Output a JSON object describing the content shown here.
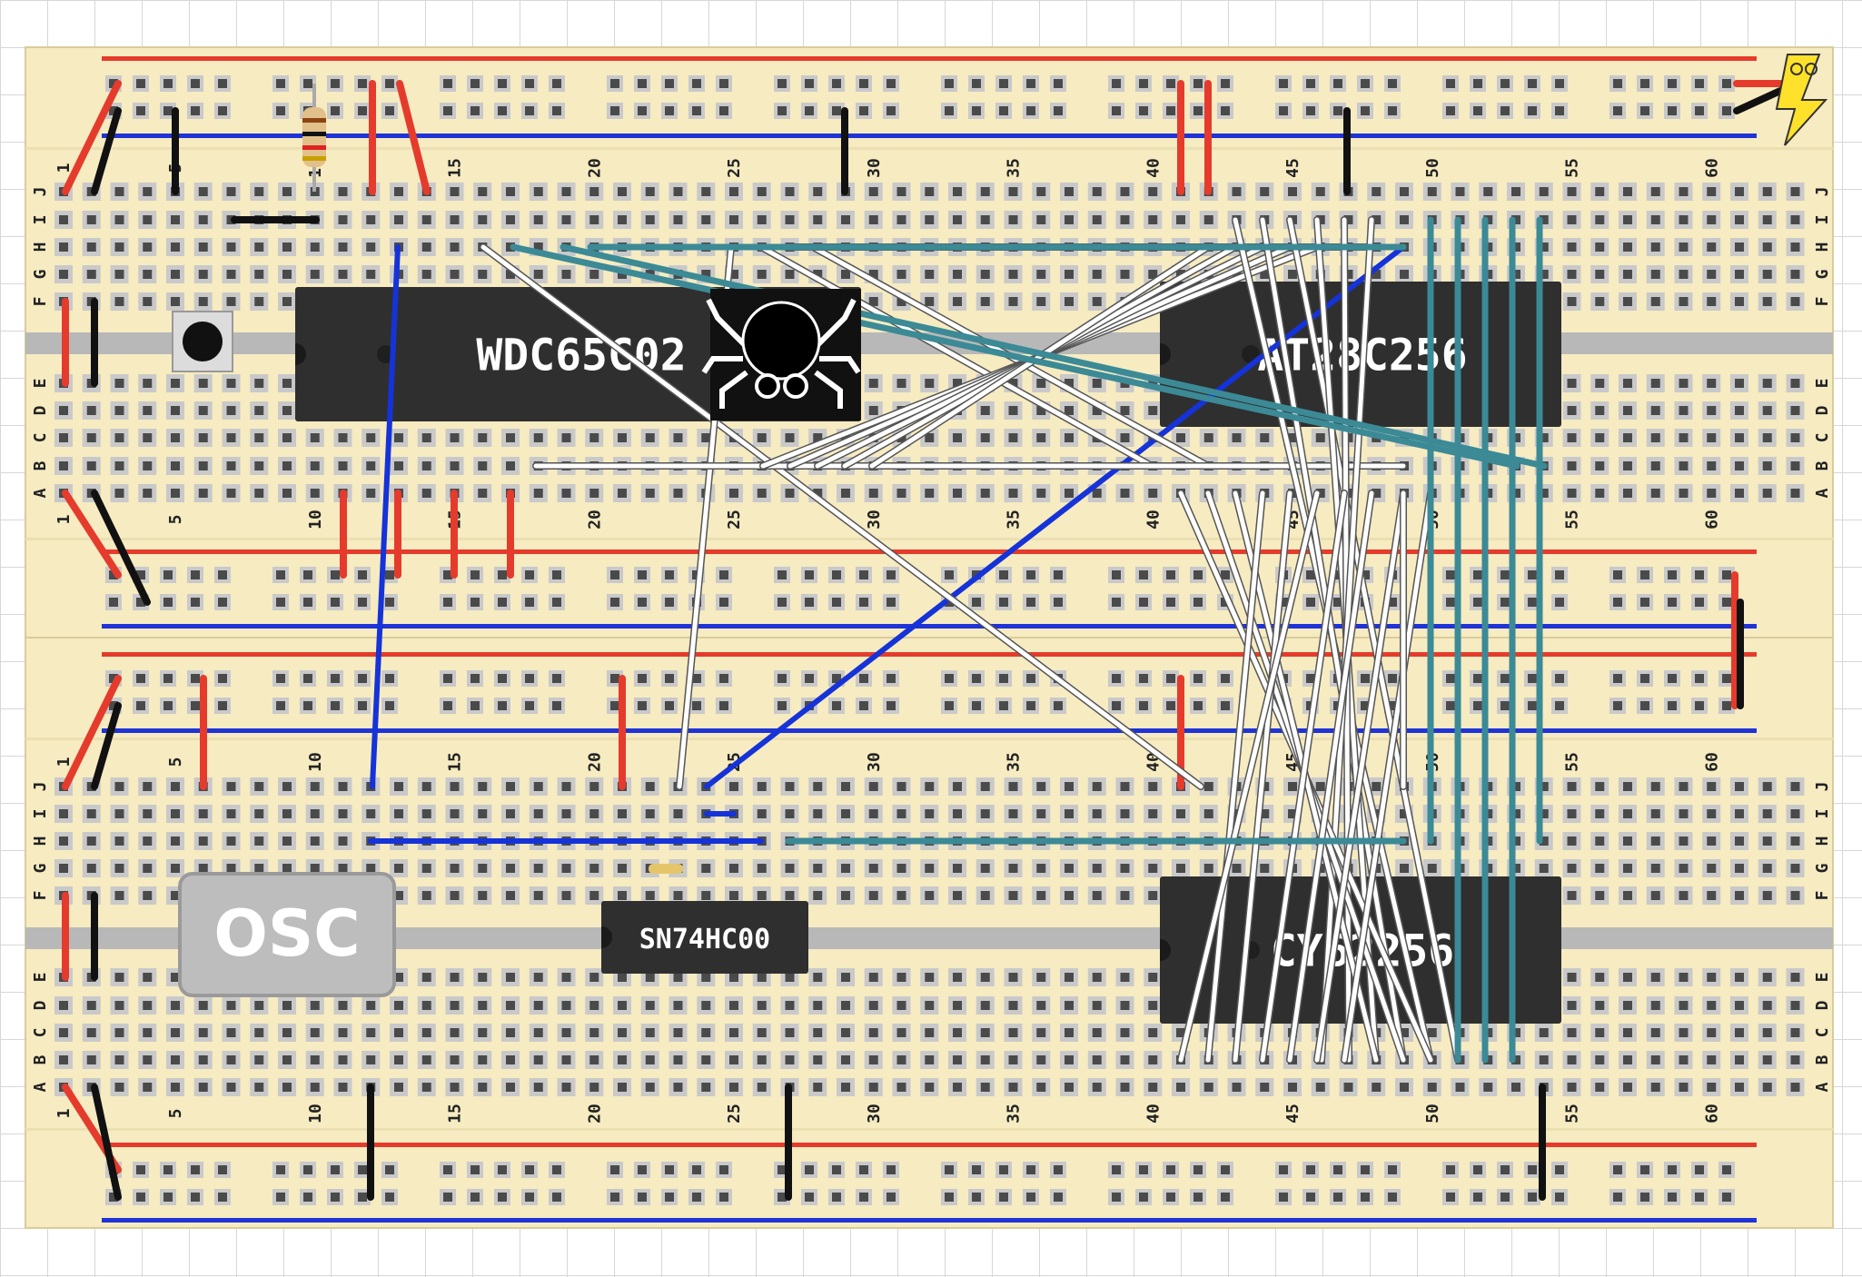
{
  "boards": [
    {
      "id": "top",
      "title": ""
    },
    {
      "id": "bottom",
      "title": ""
    }
  ],
  "row_letters_upper": [
    "J",
    "I",
    "H",
    "G",
    "F"
  ],
  "row_letters_lower": [
    "E",
    "D",
    "C",
    "B",
    "A"
  ],
  "column_numbers": [
    "1",
    "5",
    "10",
    "15",
    "20",
    "25",
    "30",
    "35",
    "40",
    "45",
    "50",
    "55",
    "60"
  ],
  "column_number_positions": [
    1,
    5,
    10,
    15,
    20,
    25,
    30,
    35,
    40,
    45,
    50,
    55,
    60
  ],
  "chips": {
    "cpu": {
      "label": "WDC65C02",
      "pins": 40
    },
    "rom": {
      "label": "AT28C256",
      "pins": 28
    },
    "ram": {
      "label": "CY62256",
      "pins": 28
    },
    "nand": {
      "label": "SN74HC00",
      "pins": 14
    },
    "osc": {
      "label": "OSC"
    }
  },
  "components": {
    "reset_button": "push-button",
    "resistor": "resistor",
    "capacitor": "capacitor",
    "power": "power-bolt-icon",
    "mascot": "spider-icon"
  },
  "colors": {
    "board": "#f6ebc1",
    "hole": "#4a4a4a",
    "rail_red": "#e53b2c",
    "rail_blue": "#1f33d6",
    "wire_red": "#e53b2c",
    "wire_black": "#111111",
    "wire_blue": "#1533d8",
    "wire_white": "#ffffff",
    "wire_teal": "#3b8a96",
    "chip": "#2f2f2f",
    "power_bolt": "#ffe12b"
  }
}
